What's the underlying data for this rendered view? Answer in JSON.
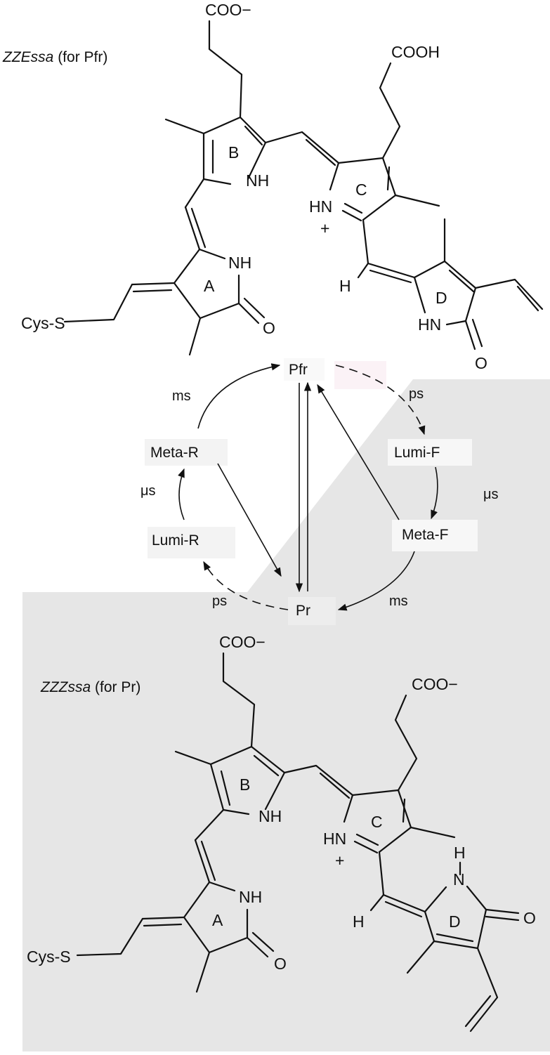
{
  "top_structure": {
    "caption_italic": "ZZEssa",
    "caption_rest": "(for Pfr)",
    "labels": {
      "coo_b": "COO−",
      "cooh_c": "COOH",
      "ring_a": "A",
      "ring_b": "B",
      "ring_c": "C",
      "ring_d": "D",
      "nh_b": "NH",
      "hn_c": "HN",
      "plus": "+",
      "nh_a": "NH",
      "o_a": "O",
      "hn_d": "HN",
      "o_d": "O",
      "h_methine": "H",
      "cys": "Cys-S"
    }
  },
  "bottom_structure": {
    "caption_italic": "ZZZssa",
    "caption_rest": "(for Pr)",
    "labels": {
      "coo_b": "COO−",
      "coo_c": "COO−",
      "ring_a": "A",
      "ring_b": "B",
      "ring_c": "C",
      "ring_d": "D",
      "nh_b": "NH",
      "hn_c": "HN",
      "plus": "+",
      "nh_a": "NH",
      "o_a": "O",
      "h_d": "H",
      "n_d": "N",
      "o_d": "O",
      "h_methine": "H",
      "cys": "Cys-S"
    }
  },
  "cycle": {
    "states": {
      "pfr": "Pfr",
      "pr": "Pr",
      "meta_r": "Meta-R",
      "lumi_r": "Lumi-R",
      "lumi_f": "Lumi-F",
      "meta_f": "Meta-F"
    },
    "times": {
      "ms_left": "ms",
      "us_left": "μs",
      "ps_left": "ps",
      "ps_right": "ps",
      "us_right": "μs",
      "ms_right": "ms"
    }
  }
}
